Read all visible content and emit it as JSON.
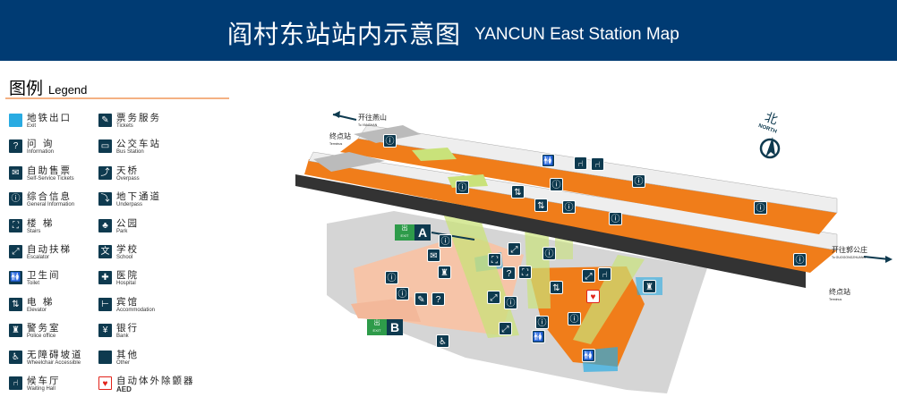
{
  "header": {
    "title_cn": "阎村东站站内示意图",
    "title_en": "YANCUN East Station Map"
  },
  "legend": {
    "title_cn": "图例",
    "title_en": "Legend",
    "items": [
      {
        "cn": "地铁出口",
        "en": "Exit",
        "icon": "exit-square",
        "glyph": ""
      },
      {
        "cn": "问 询",
        "en": "Information",
        "icon": "question-icon",
        "glyph": "?"
      },
      {
        "cn": "自助售票",
        "en": "Self-Service Tickets",
        "icon": "ticket-machine-icon",
        "glyph": "✉"
      },
      {
        "cn": "综合信息",
        "en": "General Information",
        "icon": "info-icon",
        "glyph": "ⓘ"
      },
      {
        "cn": "楼 梯",
        "en": "Stairs",
        "icon": "stairs-icon",
        "glyph": "⛶"
      },
      {
        "cn": "自动扶梯",
        "en": "Escalator",
        "icon": "escalator-icon",
        "glyph": "⤢"
      },
      {
        "cn": "卫生间",
        "en": "Toilet",
        "icon": "toilet-icon",
        "glyph": "🚻"
      },
      {
        "cn": "电 梯",
        "en": "Elevator",
        "icon": "elevator-icon",
        "glyph": "⇅"
      },
      {
        "cn": "警务室",
        "en": "Police office",
        "icon": "police-icon",
        "glyph": "♜"
      },
      {
        "cn": "无障碍坡道",
        "en": "Wheelchair Accessible",
        "icon": "wheelchair-icon",
        "glyph": "♿"
      },
      {
        "cn": "候车厅",
        "en": "Waiting Hall",
        "icon": "waiting-hall-icon",
        "glyph": "⑁"
      },
      {
        "cn": "票务服务",
        "en": "Tickets",
        "icon": "ticket-service-icon",
        "glyph": "✎"
      },
      {
        "cn": "公交车站",
        "en": "Bus Station",
        "icon": "bus-icon",
        "glyph": "▭"
      },
      {
        "cn": "天桥",
        "en": "Overpass",
        "icon": "overpass-icon",
        "glyph": "⤴"
      },
      {
        "cn": "地下通道",
        "en": "Underpass",
        "icon": "underpass-icon",
        "glyph": "⤵"
      },
      {
        "cn": "公园",
        "en": "Park",
        "icon": "park-icon",
        "glyph": "♣"
      },
      {
        "cn": "学校",
        "en": "School",
        "icon": "school-icon",
        "glyph": "文"
      },
      {
        "cn": "医院",
        "en": "Hospital",
        "icon": "hospital-icon",
        "glyph": "✚"
      },
      {
        "cn": "宾馆",
        "en": "Accommodation",
        "icon": "bed-icon",
        "glyph": "⊢"
      },
      {
        "cn": "银行",
        "en": "Bank",
        "icon": "bank-icon",
        "glyph": "¥"
      },
      {
        "cn": "其他",
        "en": "Other",
        "icon": "other-icon",
        "glyph": ""
      },
      {
        "cn": "自动体外除颤器",
        "en": "AED",
        "icon": "aed-icon",
        "glyph": "♥"
      }
    ]
  },
  "map": {
    "to_yanshan_cn": "开往燕山",
    "to_yanshan_en": "To YANSHAN",
    "to_guogongzhuang_cn": "开往郭公庄",
    "to_guogongzhuang_en": "To GUOGONGZHUANG",
    "terminus_cn": "终点站",
    "terminus_en": "Terminus",
    "north_cn": "北",
    "north_en": "NORTH",
    "exit_cn": "出",
    "exit_en": "EXIT",
    "exit_a": "A",
    "exit_b": "B"
  },
  "colors": {
    "header": "#003b73",
    "platform": "#f07d1a",
    "concourse": "#d9d9d9",
    "exit": "#29abe2",
    "icon": "#0e3a4f",
    "accent": "#f4b183"
  }
}
